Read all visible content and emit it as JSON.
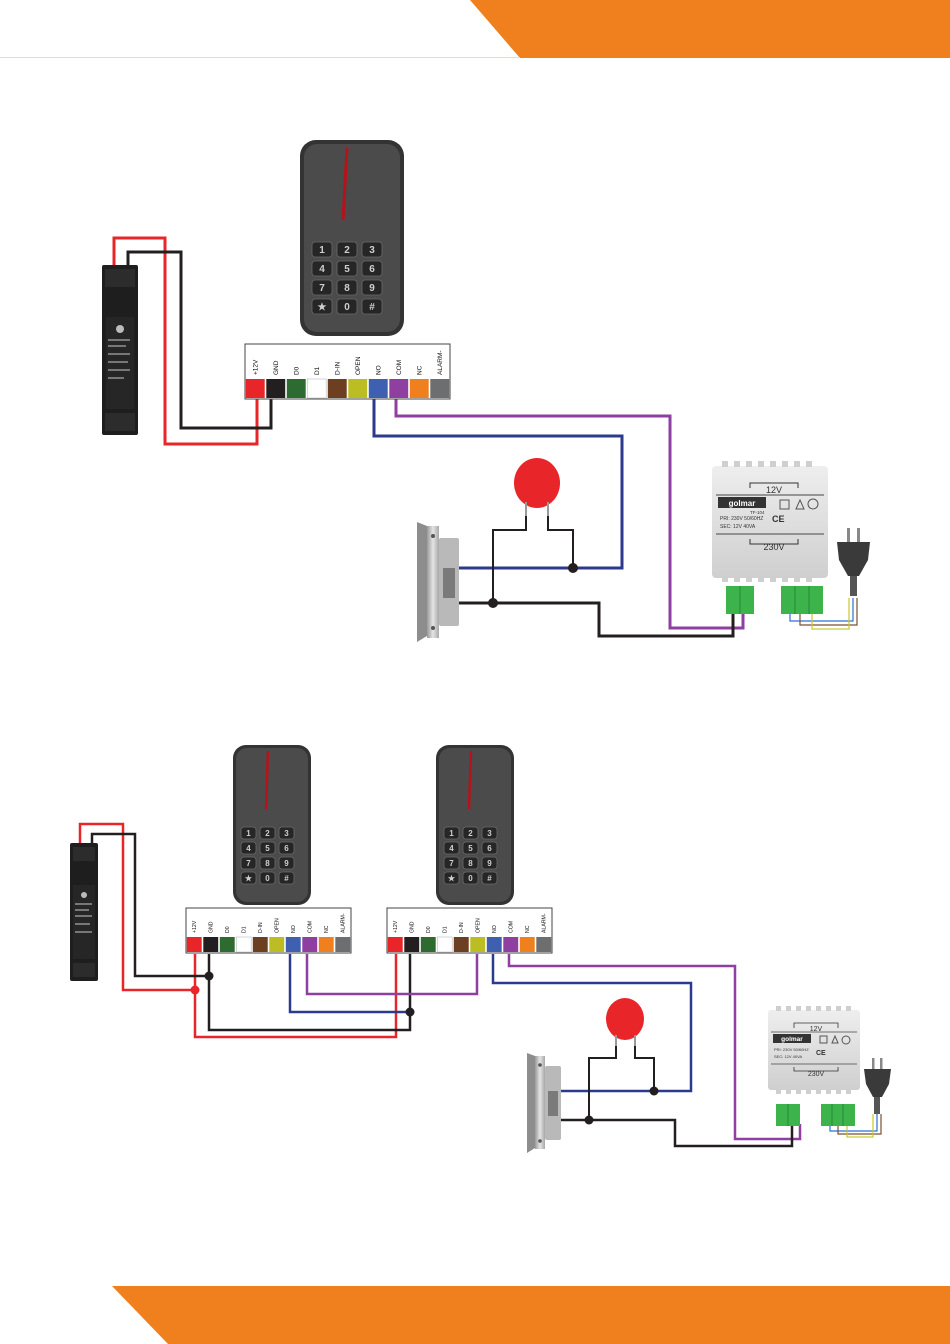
{
  "terminal_labels": [
    "+12V",
    "GND",
    "D0",
    "D1",
    "D-IN",
    "OPEN",
    "NO",
    "COM",
    "NC",
    "ALARM-"
  ],
  "terminal_colors": [
    "#e8262a",
    "#231f20",
    "#2e6b30",
    "#ffffff",
    "#6b3f1f",
    "#bcbd22",
    "#3f5fb0",
    "#8e3fa0",
    "#f07f1d",
    "#6d6e70"
  ],
  "keypad_keys": [
    "1",
    "2",
    "3",
    "4",
    "5",
    "6",
    "7",
    "8",
    "9",
    "★",
    "0",
    "#"
  ],
  "transformer": {
    "voltage_out": "12V",
    "voltage_in": "230V",
    "brand": "golmar",
    "model": "TF-104",
    "pri_line": "PRI: 230V 50/60HZ",
    "sec_line": "SEC: 12V 40VA",
    "ce_mark": "CE"
  },
  "colors": {
    "accent": "#f07f1d",
    "wire_red": "#e8262a",
    "wire_black": "#231f20",
    "wire_blue": "#2b3a8c",
    "wire_purple": "#8e3fa0",
    "terminal_green": "#3cb44b"
  },
  "icons": {
    "reader": "keypad-reader-icon",
    "power_supply": "din-power-supply-icon",
    "varistor": "varistor-icon",
    "lock": "electric-strike-icon",
    "transformer": "transformer-icon",
    "plug": "mains-plug-icon"
  }
}
